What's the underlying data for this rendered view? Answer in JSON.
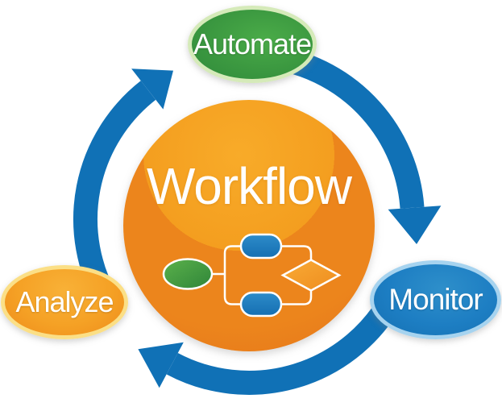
{
  "diagram": {
    "type": "cycle-diagram",
    "center": {
      "label": "Workflow",
      "fill_top": "#f8ab29",
      "fill_bottom": "#e5751a",
      "text_color": "#ffffff"
    },
    "cycle_nodes": [
      {
        "label": "Automate",
        "position": "top",
        "fill": "#3f9d41",
        "fill_light": "#4aab48",
        "fill_dark": "#2f8a3a",
        "ring": "#d5eab9"
      },
      {
        "label": "Monitor",
        "position": "right",
        "fill": "#1d7ec3",
        "fill_light": "#2e8fca",
        "fill_dark": "#1570b2",
        "ring": "#a6d3ef"
      },
      {
        "label": "Analyze",
        "position": "left",
        "fill": "#f5a125",
        "fill_light": "#f8b137",
        "fill_dark": "#ee8c1b",
        "ring": "#fbdf86"
      }
    ],
    "arrows": {
      "color": "#1071b6",
      "direction": "clockwise",
      "count": 3
    },
    "flowchart_icon": {
      "connector_color": "#ffffff",
      "shapes": [
        {
          "name": "start-ellipse",
          "fill_light": "#5bb14b",
          "fill_dark": "#2f8539"
        },
        {
          "name": "task-node-top",
          "fill_light": "#2d8cc9",
          "fill_dark": "#156fb2"
        },
        {
          "name": "task-node-bottom",
          "fill_light": "#2d8cc9",
          "fill_dark": "#156fb2"
        },
        {
          "name": "decision-diamond",
          "fill_light": "#f9ab36",
          "fill_dark": "#ee8c1e"
        }
      ]
    }
  }
}
